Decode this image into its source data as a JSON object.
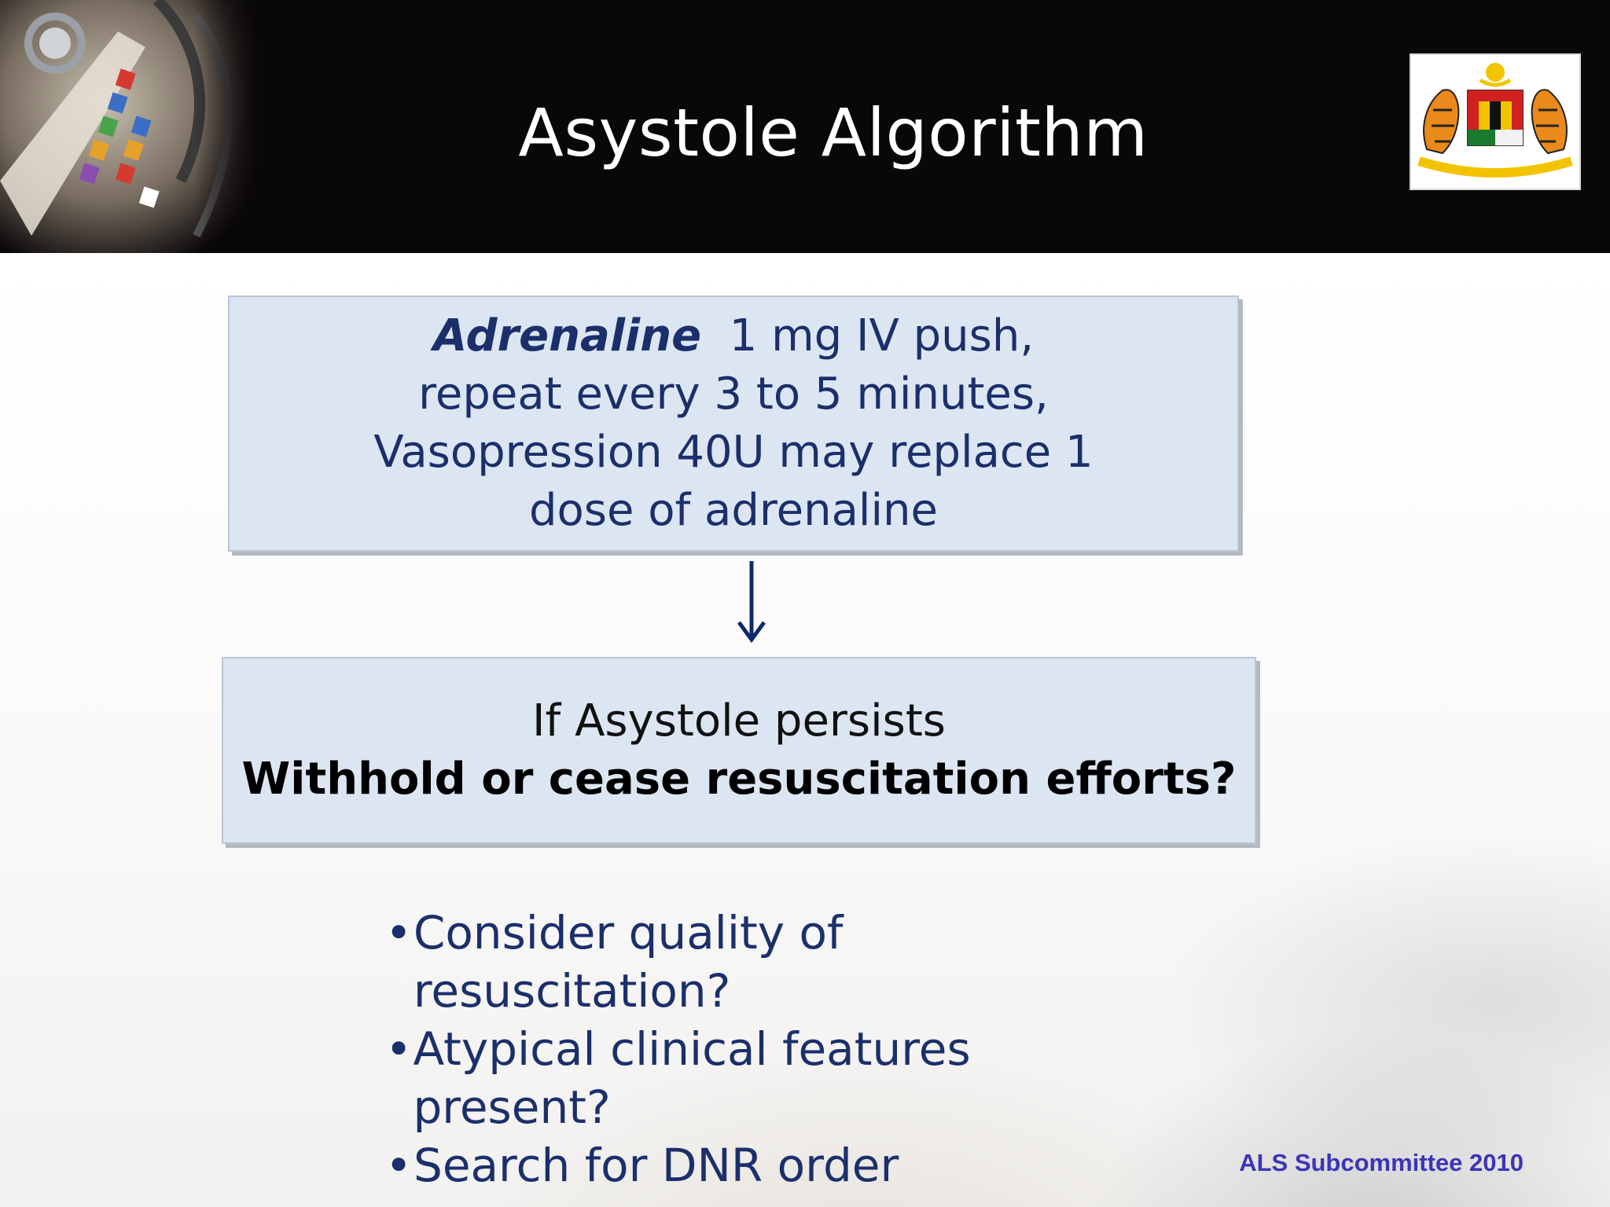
{
  "slide": {
    "title": "Asystole Algorithm",
    "footer": "ALS Subcommittee 2010"
  },
  "box1": {
    "drug": "Adrenaline",
    "line1_rest": "1 mg IV push,",
    "line2": "repeat every 3 to 5 minutes,",
    "line3": "Vasopression 40U may replace 1",
    "line4": "dose of adrenaline"
  },
  "box2": {
    "line1": "If Asystole persists",
    "line2": "Withhold or cease resuscitation efforts?"
  },
  "bullets": [
    "Consider quality of resuscitation?",
    "Atypical clinical features present?",
    "Search for DNR order"
  ],
  "bullet_symbol": "•",
  "colors": {
    "header": "#0a0709",
    "box_fill": "#dce6f2",
    "text_navy": "#1b2f6b",
    "footer": "#3b35b8"
  },
  "icons": [
    "stethoscope-photo",
    "malaysia-coat-of-arms",
    "arrow-down-icon"
  ]
}
